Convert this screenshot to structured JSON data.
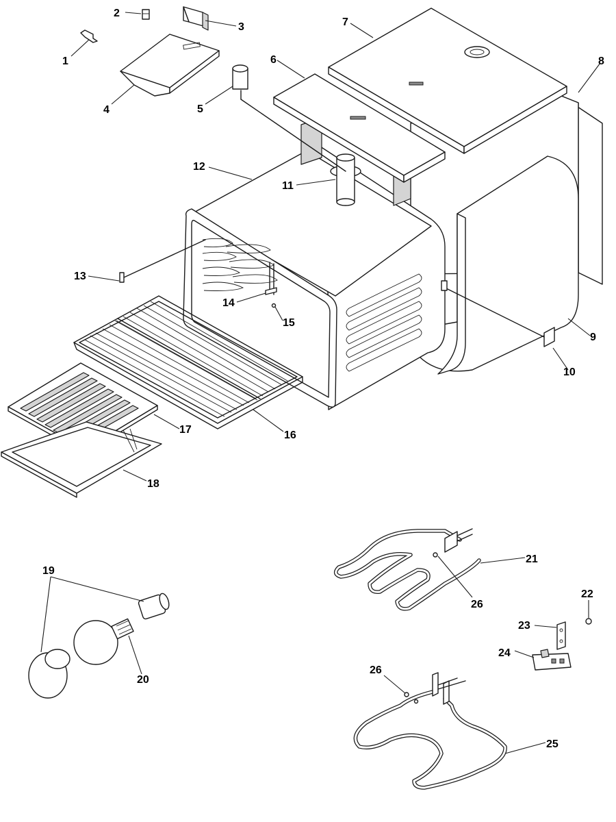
{
  "callouts": [
    {
      "id": "c1",
      "text": "1"
    },
    {
      "id": "c2",
      "text": "2"
    },
    {
      "id": "c3",
      "text": "3"
    },
    {
      "id": "c4",
      "text": "4"
    },
    {
      "id": "c5",
      "text": "5"
    },
    {
      "id": "c6",
      "text": "6"
    },
    {
      "id": "c7",
      "text": "7"
    },
    {
      "id": "c8",
      "text": "8"
    },
    {
      "id": "c9",
      "text": "9"
    },
    {
      "id": "c10",
      "text": "10"
    },
    {
      "id": "c11",
      "text": "11"
    },
    {
      "id": "c12",
      "text": "12"
    },
    {
      "id": "c13",
      "text": "13"
    },
    {
      "id": "c14",
      "text": "14"
    },
    {
      "id": "c15",
      "text": "15"
    },
    {
      "id": "c16",
      "text": "16"
    },
    {
      "id": "c17",
      "text": "17"
    },
    {
      "id": "c18",
      "text": "18"
    },
    {
      "id": "c19",
      "text": "19"
    },
    {
      "id": "c20",
      "text": "20"
    },
    {
      "id": "c21",
      "text": "21"
    },
    {
      "id": "c22",
      "text": "22"
    },
    {
      "id": "c23",
      "text": "23"
    },
    {
      "id": "c24",
      "text": "24"
    },
    {
      "id": "c25",
      "text": "25"
    },
    {
      "id": "c26a",
      "text": "26"
    },
    {
      "id": "c26b",
      "text": "26"
    }
  ]
}
